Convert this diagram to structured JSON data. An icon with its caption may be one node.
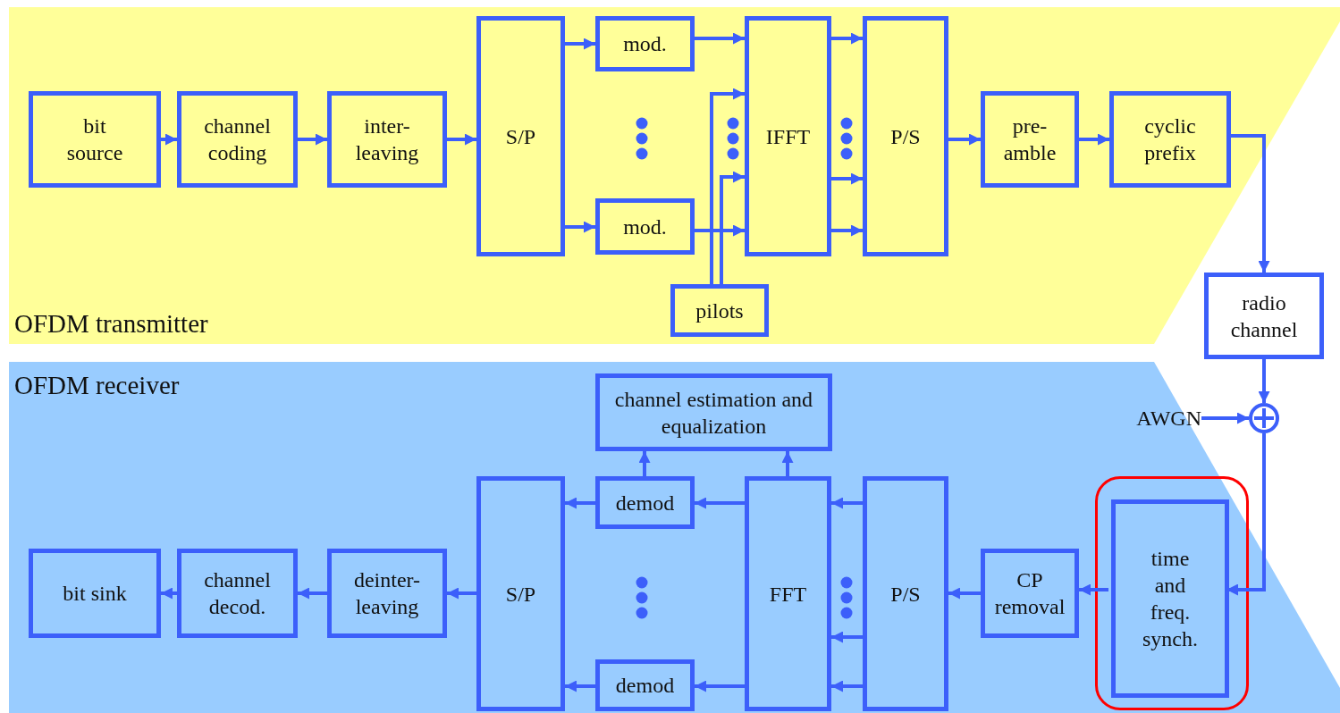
{
  "diagram": {
    "nodes": [
      {
        "text": [
          "OFDM transmitter"
        ]
      },
      {
        "text": [
          "bit source"
        ],
        "in": 0
      },
      {
        "text": [
          "channel coding"
        ],
        "in": 0
      },
      {
        "text": [
          "inter- leaving"
        ],
        "in": 0
      },
      {
        "text": [
          "S/P"
        ],
        "in": 0
      },
      {
        "text": [
          "mod."
        ],
        "in": 0
      },
      {
        "text": [
          "mod."
        ],
        "in": 0
      },
      {
        "text": [
          "IFFT"
        ],
        "in": 0
      },
      {
        "text": [
          "P/S"
        ],
        "in": 0
      },
      {
        "text": [
          "pre- amble"
        ],
        "in": 0
      },
      {
        "text": [
          "cyclic prefix"
        ],
        "in": 0
      },
      {
        "text": [
          "pilots"
        ],
        "in": 0
      },
      {
        "text": [
          "radio channel"
        ]
      },
      {
        "text": [
          "OFDM receiver"
        ]
      },
      {
        "text": [
          "AWGN"
        ],
        "in": 13
      },
      {
        "text": [],
        "shape": "circle"
      },
      {
        "text": [
          "channel estimation and equalization"
        ],
        "in": 13
      },
      {
        "text": [
          "demod"
        ],
        "in": 13
      },
      {
        "text": [
          "demod"
        ],
        "in": 13
      },
      {
        "text": [
          "S/P"
        ],
        "in": 13
      },
      {
        "text": [
          "FFT"
        ],
        "in": 13
      },
      {
        "text": [
          "P/S"
        ],
        "in": 13
      },
      {
        "text": [
          "CP removal"
        ],
        "in": 13
      },
      {
        "text": [],
        "shape": "box",
        "in": 13
      },
      {
        "text": [
          "time and freq. synch."
        ],
        "in": 23
      },
      {
        "text": [
          "deinter- leaving"
        ],
        "in": 13
      },
      {
        "text": [
          "channel decod."
        ],
        "in": 13
      },
      {
        "text": [
          "bit sink"
        ],
        "in": 13
      }
    ],
    "edges": [
      {
        "from": 1,
        "to": 2,
        "arrow": "to"
      },
      {
        "from": 2,
        "to": 3,
        "arrow": "to"
      },
      {
        "from": 3,
        "to": 4,
        "arrow": "to"
      },
      {
        "from": 4,
        "to": 5,
        "arrow": "to"
      },
      {
        "from": 4,
        "to": 6,
        "arrow": "to"
      },
      {
        "from": 5,
        "to": 7,
        "arrow": "to"
      },
      {
        "from": 6,
        "to": 7,
        "arrow": "to"
      },
      {
        "from": 11,
        "to": 7,
        "arrow": "to"
      },
      {
        "from": 11,
        "to": 7,
        "arrow": "to"
      },
      {
        "from": 7,
        "to": 8,
        "arrow": "to"
      },
      {
        "from": 7,
        "to": 8,
        "arrow": "to"
      },
      {
        "from": 7,
        "to": 8,
        "arrow": "to"
      },
      {
        "from": 8,
        "to": 9,
        "arrow": "to"
      },
      {
        "from": 9,
        "to": 10,
        "arrow": "to"
      },
      {
        "from": 10,
        "to": 12,
        "arrow": "to"
      },
      {
        "from": 12,
        "to": 15,
        "arrow": "to"
      },
      {
        "from": 14,
        "to": 15,
        "arrow": "to"
      },
      {
        "from": 15,
        "to": 24,
        "arrow": "to"
      },
      {
        "from": 24,
        "to": 22,
        "arrow": "to"
      },
      {
        "from": 22,
        "to": 21,
        "arrow": "to"
      },
      {
        "from": 21,
        "to": 20,
        "arrow": "to"
      },
      {
        "from": 21,
        "to": 20,
        "arrow": "to"
      },
      {
        "from": 21,
        "to": 20,
        "arrow": "to"
      },
      {
        "from": 20,
        "to": 17,
        "arrow": "to"
      },
      {
        "from": 20,
        "to": 18,
        "arrow": "to"
      },
      {
        "from": 17,
        "to": 19,
        "arrow": "to"
      },
      {
        "from": 18,
        "to": 19,
        "arrow": "to"
      },
      {
        "from": 17,
        "to": 16,
        "arrow": "to"
      },
      {
        "from": 20,
        "to": 16,
        "arrow": "to"
      },
      {
        "from": 19,
        "to": 25,
        "arrow": "to"
      },
      {
        "from": 25,
        "to": 26,
        "arrow": "to"
      },
      {
        "from": 26,
        "to": 27,
        "arrow": "to"
      }
    ]
  }
}
